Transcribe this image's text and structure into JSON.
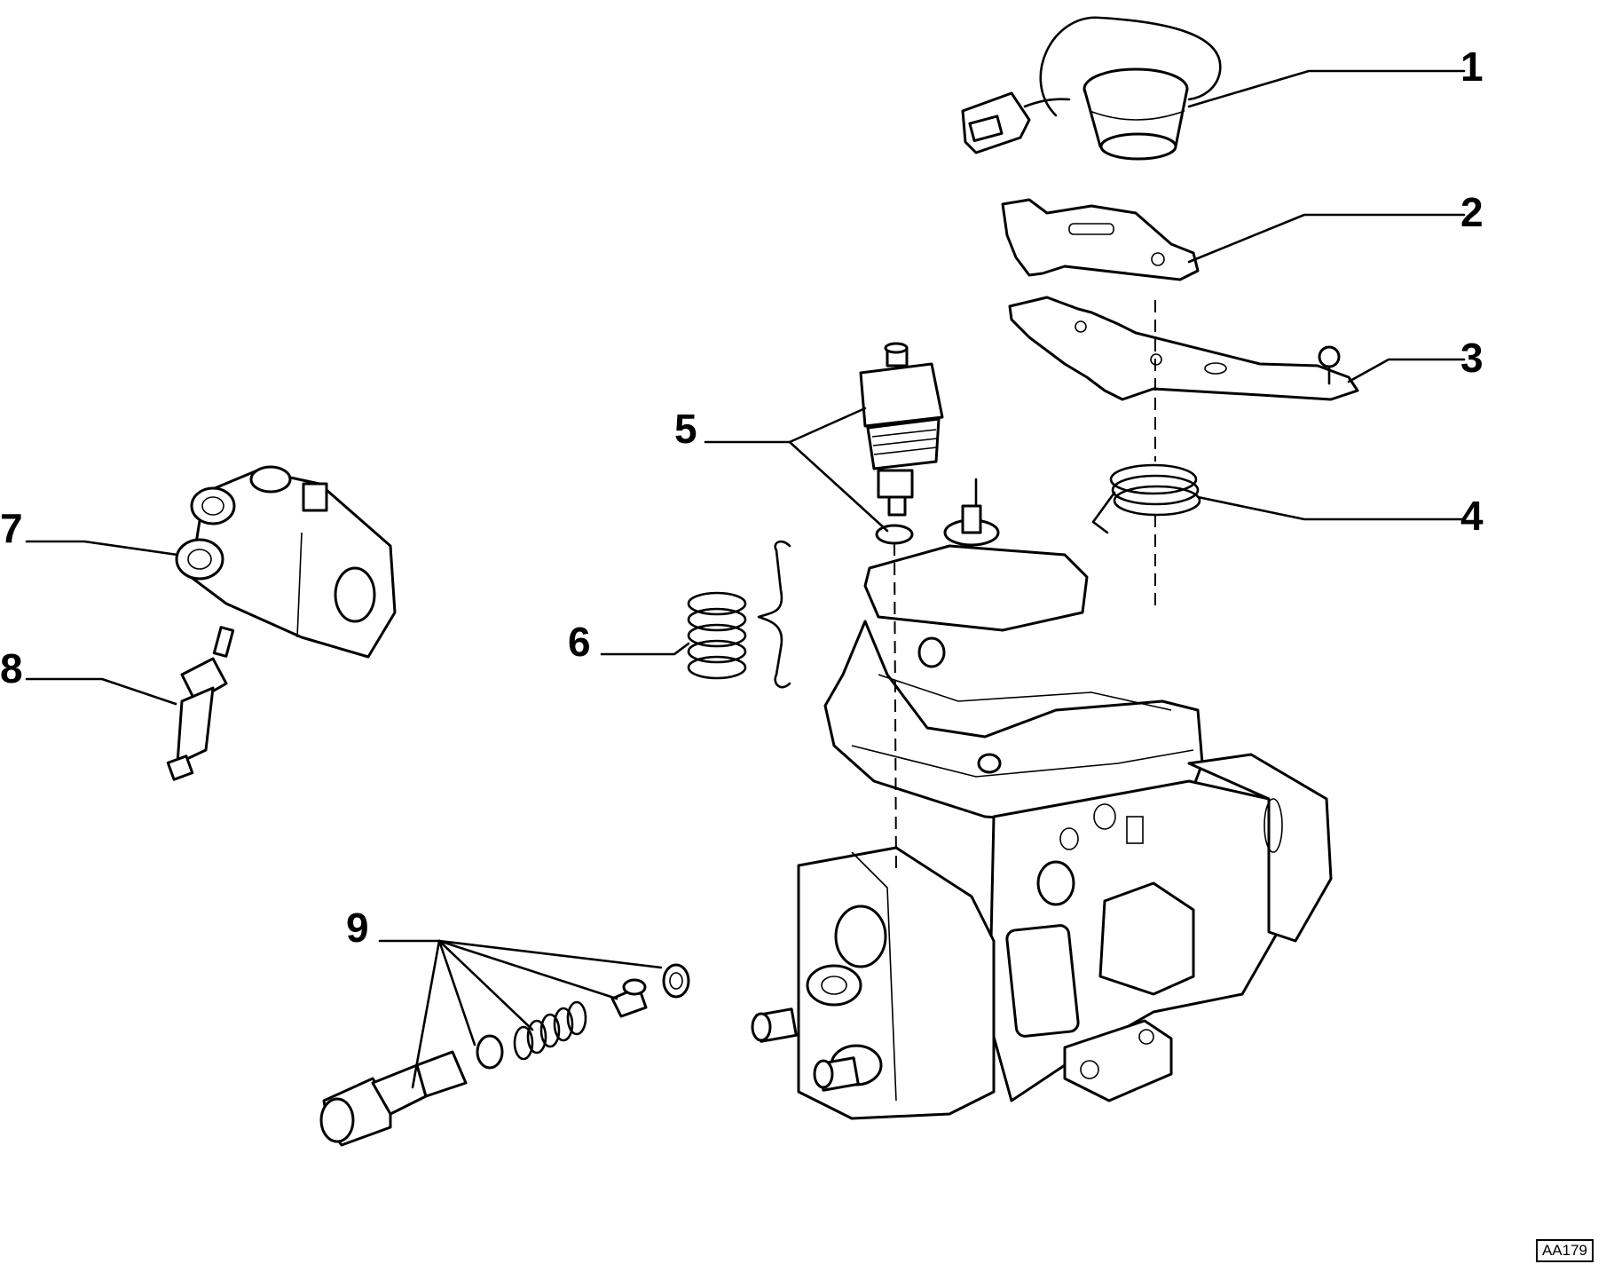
{
  "diagram": {
    "callouts": [
      {
        "id": "1",
        "label": "1"
      },
      {
        "id": "2",
        "label": "2"
      },
      {
        "id": "3",
        "label": "3"
      },
      {
        "id": "4",
        "label": "4"
      },
      {
        "id": "5",
        "label": "5"
      },
      {
        "id": "6",
        "label": "6"
      },
      {
        "id": "7",
        "label": "7"
      },
      {
        "id": "8",
        "label": "8"
      },
      {
        "id": "9",
        "label": "9"
      }
    ],
    "reference_code": "AA179"
  }
}
